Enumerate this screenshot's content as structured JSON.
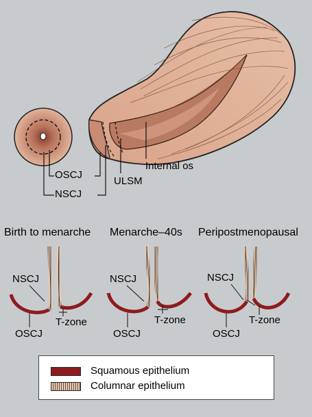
{
  "top_labels": {
    "oscj": "OSCJ",
    "nscj": "NSCJ",
    "ulsm": "ULSM",
    "internal_os": "Internal os"
  },
  "stages": [
    {
      "title": "Birth to menarche",
      "nscj": "NSCJ",
      "oscj": "OSCJ",
      "tzone": "T-zone"
    },
    {
      "title": "Menarche–40s",
      "nscj": "NSCJ",
      "oscj": "OSCJ",
      "tzone": "T-zone"
    },
    {
      "title": "Peripostmenopausal",
      "nscj": "NSCJ",
      "oscj": "OSCJ",
      "tzone": "T-zone"
    }
  ],
  "legend": {
    "squamous": "Squamous epithelium",
    "columnar": "Columnar epithelium"
  },
  "colors": {
    "background": "#c8cbcd",
    "squamous": "#8e1b1f",
    "columnar": "#d9b79a",
    "tissue": "#d9a489"
  }
}
